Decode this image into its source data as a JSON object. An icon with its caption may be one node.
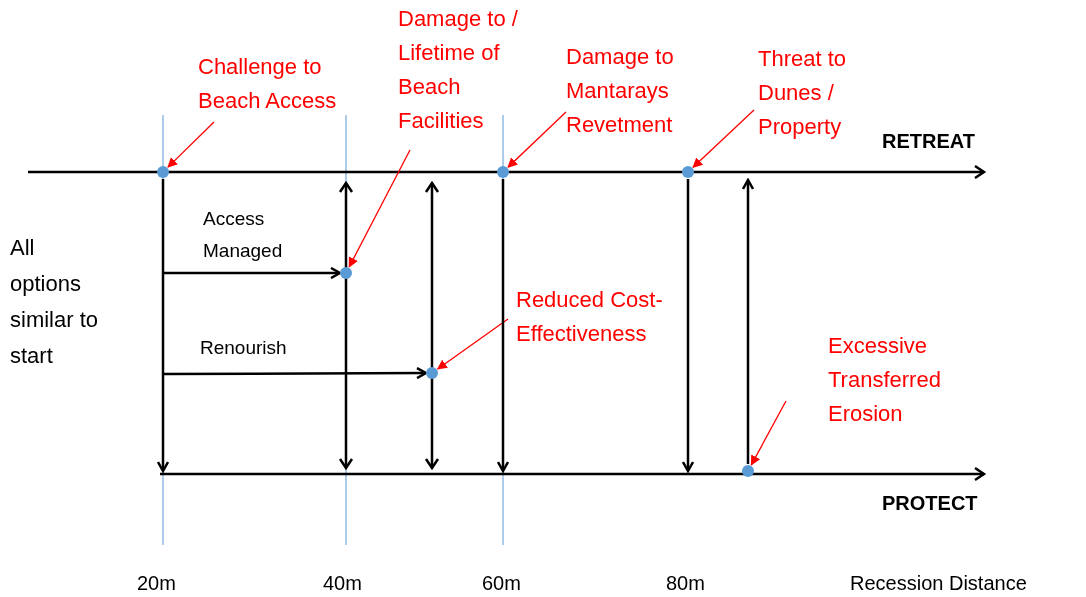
{
  "diagram": {
    "nodes": [
      {
        "text": [
          "Challenge to Beach Access"
        ]
      },
      {
        "text": [],
        "shape": "circle"
      },
      {
        "text": [
          "Damage to / Lifetime of Beach Facilities"
        ]
      },
      {
        "text": [],
        "shape": "circle"
      },
      {
        "text": [
          "Damage to Mantarays Revetment"
        ]
      },
      {
        "text": [],
        "shape": "circle"
      },
      {
        "text": [
          "Threat to Dunes / Property"
        ]
      },
      {
        "text": [],
        "shape": "circle"
      },
      {
        "text": [
          "Reduced Cost-Effectiveness"
        ]
      },
      {
        "text": [],
        "shape": "circle"
      },
      {
        "text": [
          "Excessive Transferred Erosion"
        ]
      },
      {
        "text": [],
        "shape": "circle"
      }
    ],
    "edges": [
      {
        "from": 0,
        "to": 1,
        "arrow": "to",
        "color": "#ff0000"
      },
      {
        "from": 2,
        "to": 3,
        "arrow": "to",
        "color": "#ff0000"
      },
      {
        "from": 4,
        "to": 5,
        "arrow": "to",
        "color": "#ff0000"
      },
      {
        "from": 6,
        "to": 7,
        "arrow": "to",
        "color": "#ff0000"
      },
      {
        "from": 8,
        "to": 9,
        "arrow": "to",
        "color": "#ff0000"
      },
      {
        "from": 10,
        "to": 11,
        "arrow": "to",
        "color": "#ff0000"
      },
      {
        "from": null,
        "to": 3,
        "arrow": "to",
        "label": "Access Managed",
        "color": "#000000"
      },
      {
        "from": null,
        "to": 9,
        "arrow": "to",
        "label": "Renourish",
        "color": "#000000"
      },
      {
        "from": 1,
        "to": null,
        "arrow": "to",
        "color": "#000000"
      },
      {
        "from": 5,
        "to": null,
        "arrow": "to",
        "color": "#000000"
      },
      {
        "from": 7,
        "to": null,
        "arrow": "to",
        "color": "#000000"
      },
      {
        "from": 11,
        "to": null,
        "arrow": "to",
        "color": "#000000"
      }
    ],
    "labels": [
      "RETREAT",
      "All options similar to start",
      "PROTECT",
      "20m",
      "40m",
      "60m",
      "80m",
      "Recession Distance"
    ]
  }
}
